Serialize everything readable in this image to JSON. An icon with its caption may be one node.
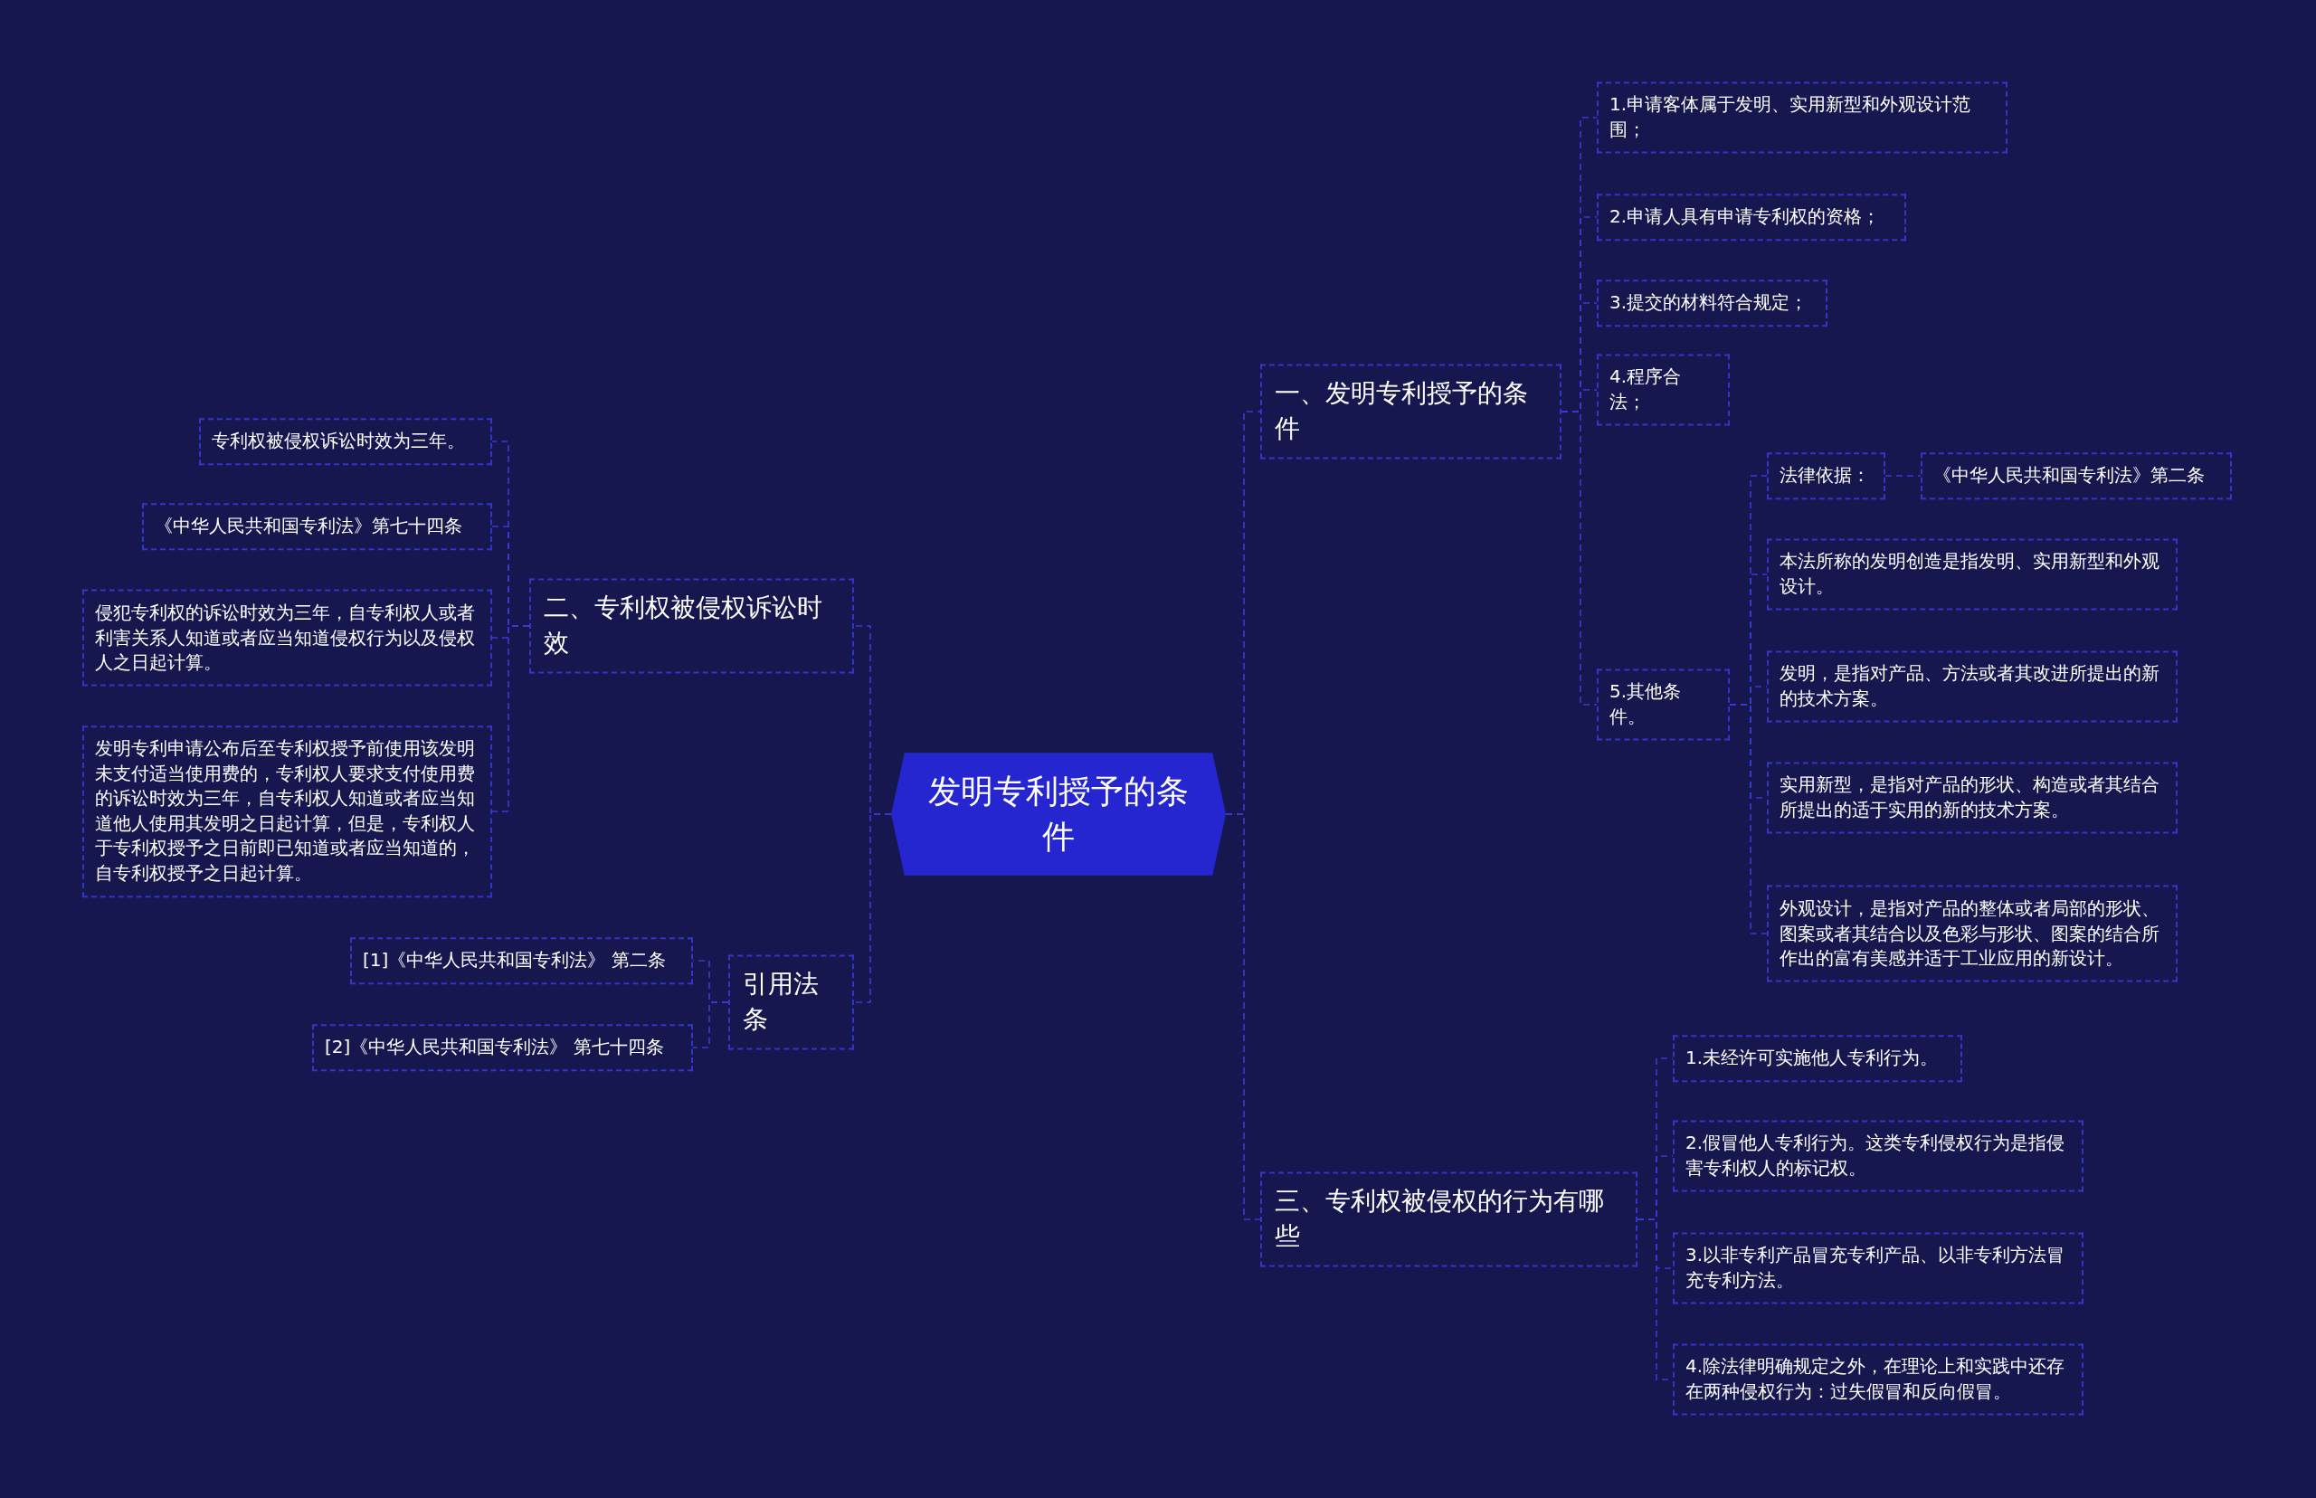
{
  "diagram": {
    "nodes": [
      {
        "text": [
          "发明专利授予的条件"
        ]
      },
      {
        "text": [
          "一、发明专利授予的条件"
        ]
      },
      {
        "text": [
          "1.申请客体属于发明、实用新型和外观设计范围；"
        ]
      },
      {
        "text": [
          "2.申请人具有申请专利权的资格；"
        ]
      },
      {
        "text": [
          "3.提交的材料符合规定；"
        ]
      },
      {
        "text": [
          "4.程序合法；"
        ]
      },
      {
        "text": [
          "5.其他条件。"
        ]
      },
      {
        "text": [
          "法律依据："
        ]
      },
      {
        "text": [
          "《中华人民共和国专利法》第二条"
        ]
      },
      {
        "text": [
          "本法所称的发明创造是指发明、实用新型和外观设计。"
        ]
      },
      {
        "text": [
          "发明，是指对产品、方法或者其改进所提出的新的技术方案。"
        ]
      },
      {
        "text": [
          "实用新型，是指对产品的形状、构造或者其结合所提出的适于实用的新的技术方案。"
        ]
      },
      {
        "text": [
          "外观设计，是指对产品的整体或者局部的形状、图案或者其结合以及色彩与形状、图案的结合所作出的富有美感并适于工业应用的新设计。"
        ]
      },
      {
        "text": [
          "三、专利权被侵权的行为有哪些"
        ]
      },
      {
        "text": [
          "1.未经许可实施他人专利行为。"
        ]
      },
      {
        "text": [
          "2.假冒他人专利行为。这类专利侵权行为是指侵害专利权人的标记权。"
        ]
      },
      {
        "text": [
          "3.以非专利产品冒充专利产品、以非专利方法冒充专利方法。"
        ]
      },
      {
        "text": [
          "4.除法律明确规定之外，在理论上和实践中还存在两种侵权行为：过失假冒和反向假冒。"
        ]
      },
      {
        "text": [
          "二、专利权被侵权诉讼时效"
        ]
      },
      {
        "text": [
          "专利权被侵权诉讼时效为三年。"
        ]
      },
      {
        "text": [
          "《中华人民共和国专利法》第七十四条"
        ]
      },
      {
        "text": [
          "侵犯专利权的诉讼时效为三年，自专利权人或者利害关系人知道或者应当知道侵权行为以及侵权人之日起计算。"
        ]
      },
      {
        "text": [
          "发明专利申请公布后至专利权授予前使用该发明未支付适当使用费的，专利权人要求支付使用费的诉讼时效为三年，自专利权人知道或者应当知道他人使用其发明之日起计算，但是，专利权人于专利权授予之日前即已知道或者应当知道的，自专利权授予之日起计算。"
        ]
      },
      {
        "text": [
          "引用法条"
        ]
      },
      {
        "text": [
          "[1]《中华人民共和国专利法》 第二条"
        ]
      },
      {
        "text": [
          "[2]《中华人民共和国专利法》 第七十四条"
        ]
      }
    ],
    "edges": [
      {
        "from": 0,
        "to": 1,
        "arrow": "none",
        "style": "dashed"
      },
      {
        "from": 1,
        "to": 2,
        "arrow": "none",
        "style": "dashed"
      },
      {
        "from": 1,
        "to": 3,
        "arrow": "none",
        "style": "dashed"
      },
      {
        "from": 1,
        "to": 4,
        "arrow": "none",
        "style": "dashed"
      },
      {
        "from": 1,
        "to": 5,
        "arrow": "none",
        "style": "dashed"
      },
      {
        "from": 1,
        "to": 6,
        "arrow": "none",
        "style": "dashed"
      },
      {
        "from": 6,
        "to": 7,
        "arrow": "none",
        "style": "dashed"
      },
      {
        "from": 7,
        "to": 8,
        "arrow": "none",
        "style": "dashed"
      },
      {
        "from": 6,
        "to": 9,
        "arrow": "none",
        "style": "dashed"
      },
      {
        "from": 6,
        "to": 10,
        "arrow": "none",
        "style": "dashed"
      },
      {
        "from": 6,
        "to": 11,
        "arrow": "none",
        "style": "dashed"
      },
      {
        "from": 6,
        "to": 12,
        "arrow": "none",
        "style": "dashed"
      },
      {
        "from": 0,
        "to": 13,
        "arrow": "none",
        "style": "dashed"
      },
      {
        "from": 13,
        "to": 14,
        "arrow": "none",
        "style": "dashed"
      },
      {
        "from": 13,
        "to": 15,
        "arrow": "none",
        "style": "dashed"
      },
      {
        "from": 13,
        "to": 16,
        "arrow": "none",
        "style": "dashed"
      },
      {
        "from": 13,
        "to": 17,
        "arrow": "none",
        "style": "dashed"
      },
      {
        "from": 0,
        "to": 18,
        "arrow": "none",
        "style": "dashed"
      },
      {
        "from": 18,
        "to": 19,
        "arrow": "none",
        "style": "dashed"
      },
      {
        "from": 18,
        "to": 20,
        "arrow": "none",
        "style": "dashed"
      },
      {
        "from": 18,
        "to": 21,
        "arrow": "none",
        "style": "dashed"
      },
      {
        "from": 18,
        "to": 22,
        "arrow": "none",
        "style": "dashed"
      },
      {
        "from": 0,
        "to": 23,
        "arrow": "none",
        "style": "dashed"
      },
      {
        "from": 23,
        "to": 24,
        "arrow": "none",
        "style": "dashed"
      },
      {
        "from": 23,
        "to": 25,
        "arrow": "none",
        "style": "dashed"
      }
    ]
  }
}
